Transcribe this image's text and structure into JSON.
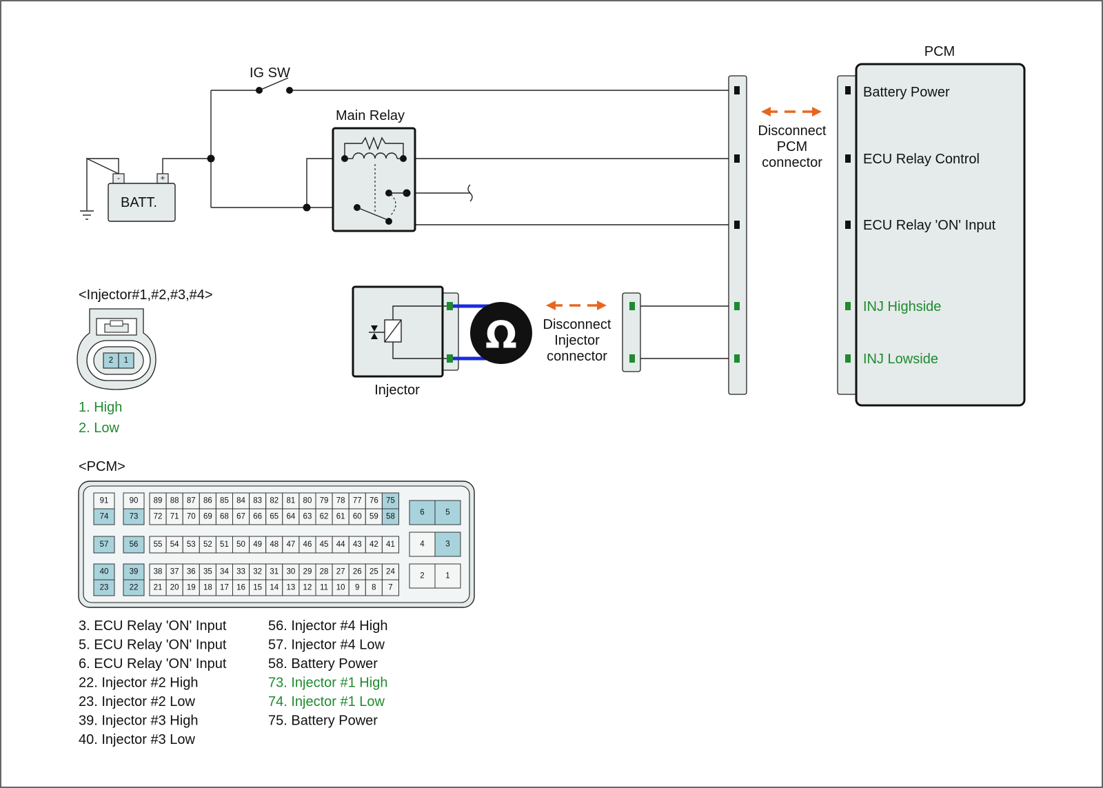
{
  "pcm_block": {
    "title": "PCM",
    "pins": [
      {
        "label": "Battery Power",
        "color": "#111111"
      },
      {
        "label": "ECU Relay Control",
        "color": "#111111"
      },
      {
        "label": "ECU Relay 'ON' Input",
        "color": "#111111"
      },
      {
        "label": "INJ Highside",
        "color": "#1f8a2e"
      },
      {
        "label": "INJ Lowside",
        "color": "#1f8a2e"
      }
    ]
  },
  "circuit": {
    "ig_switch": "IG SW",
    "main_relay": "Main Relay",
    "battery": "BATT.",
    "battery_minus": "-",
    "battery_plus": "+",
    "injector": "Injector",
    "ohm_symbol": "Ω",
    "disconnect_pcm": [
      "Disconnect",
      "PCM",
      "connector"
    ],
    "disconnect_injector": [
      "Disconnect",
      "Injector",
      "connector"
    ]
  },
  "injector_connector": {
    "title": "<Injector#1,#2,#3,#4>",
    "pins": [
      "2",
      "1"
    ],
    "legend": [
      "1. High",
      "2. Low"
    ]
  },
  "pcm_connector": {
    "title": "<PCM>",
    "rows": {
      "r1": [
        "89",
        "88",
        "87",
        "86",
        "85",
        "84",
        "83",
        "82",
        "81",
        "80",
        "79",
        "78",
        "77",
        "76",
        "75"
      ],
      "r2": [
        "72",
        "71",
        "70",
        "69",
        "68",
        "67",
        "66",
        "65",
        "64",
        "63",
        "62",
        "61",
        "60",
        "59",
        "58"
      ],
      "r3": [
        "55",
        "54",
        "53",
        "52",
        "51",
        "50",
        "49",
        "48",
        "47",
        "46",
        "45",
        "44",
        "43",
        "42",
        "41"
      ],
      "r4": [
        "38",
        "37",
        "36",
        "35",
        "34",
        "33",
        "32",
        "31",
        "30",
        "29",
        "28",
        "27",
        "26",
        "25",
        "24"
      ],
      "r5": [
        "21",
        "20",
        "19",
        "18",
        "17",
        "16",
        "15",
        "14",
        "13",
        "12",
        "11",
        "10",
        "9",
        "8",
        "7"
      ]
    },
    "side_pairs": {
      "a": [
        "91",
        "74"
      ],
      "b": [
        "90",
        "73"
      ],
      "c": [
        "57"
      ],
      "d": [
        "56"
      ],
      "e": [
        "40",
        "23"
      ],
      "f": [
        "39",
        "22"
      ]
    },
    "right_blocks": [
      [
        "6",
        "5"
      ],
      [
        "4",
        "3"
      ],
      [
        "2",
        "1"
      ]
    ],
    "highlighted": [
      "74",
      "73",
      "57",
      "56",
      "40",
      "23",
      "39",
      "22",
      "75",
      "58",
      "6",
      "5",
      "3"
    ]
  },
  "pin_legend": {
    "left": [
      {
        "text": "3. ECU Relay 'ON' Input",
        "color": "#111111"
      },
      {
        "text": "5. ECU Relay 'ON' Input",
        "color": "#111111"
      },
      {
        "text": "6. ECU Relay 'ON' Input",
        "color": "#111111"
      },
      {
        "text": "22. Injector #2 High",
        "color": "#111111"
      },
      {
        "text": "23. Injector #2 Low",
        "color": "#111111"
      },
      {
        "text": "39. Injector #3 High",
        "color": "#111111"
      },
      {
        "text": "40. Injector #3 Low",
        "color": "#111111"
      }
    ],
    "right": [
      {
        "text": "56. Injector #4 High",
        "color": "#111111"
      },
      {
        "text": "57. Injector #4 Low",
        "color": "#111111"
      },
      {
        "text": "58. Battery Power",
        "color": "#111111"
      },
      {
        "text": "73. Injector #1 High",
        "color": "#1f8a2e"
      },
      {
        "text": "74. Injector #1 Low",
        "color": "#1f8a2e"
      },
      {
        "text": "75. Battery Power",
        "color": "#111111"
      }
    ]
  }
}
